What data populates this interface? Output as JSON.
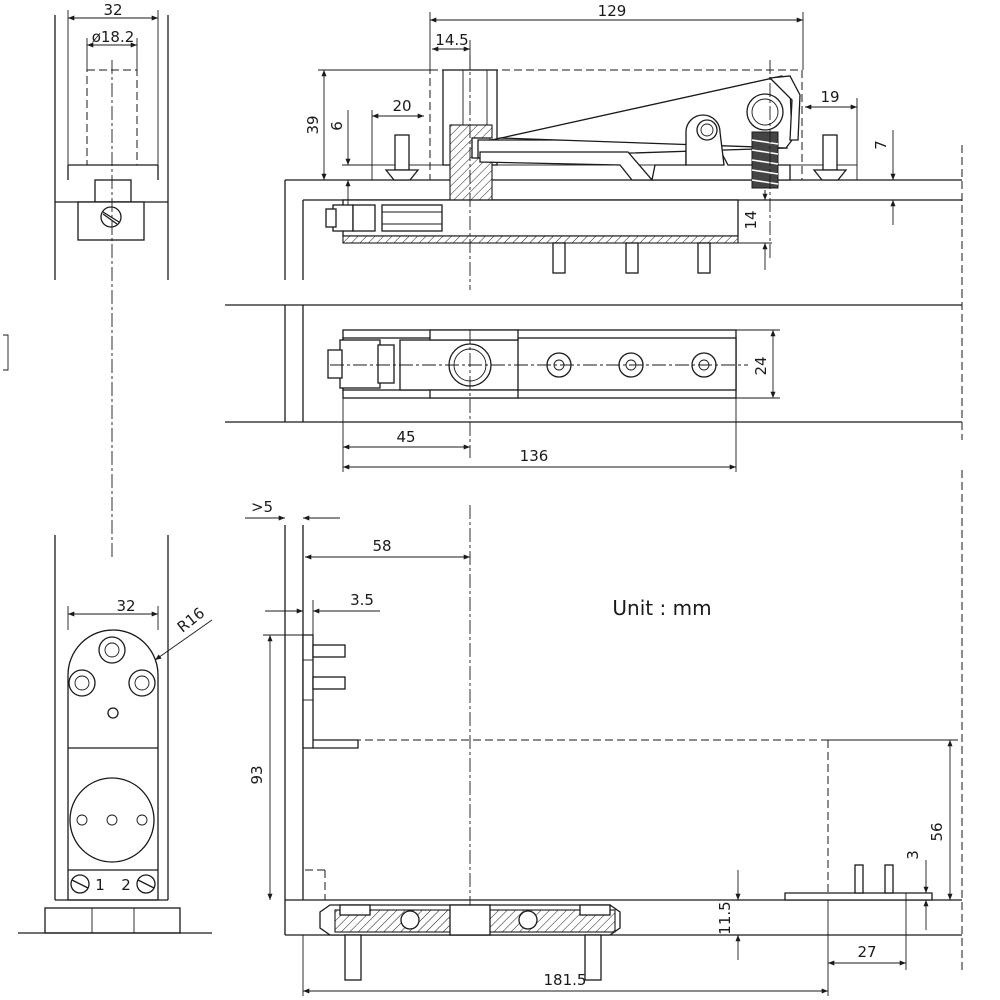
{
  "unit_label": "Unit : mm",
  "dimensions": {
    "d_32_top": "32",
    "d_phi182": "ø18.2",
    "d_129": "129",
    "d_145": "14.5",
    "d_20": "20",
    "d_19": "19",
    "d_39": "39",
    "d_6": "6",
    "d_7": "7",
    "d_14": "14",
    "d_24": "24",
    "d_45": "45",
    "d_136": "136",
    "d_gt5": ">5",
    "d_58": "58",
    "d_35": "3.5",
    "d_93": "93",
    "d_56": "56",
    "d_3": "3",
    "d_115": "11.5",
    "d_27": "27",
    "d_1815": "181.5",
    "d_32_bottom": "32",
    "d_r16": "R16"
  },
  "plate_labels": {
    "screw_1": "1",
    "screw_2": "2"
  }
}
